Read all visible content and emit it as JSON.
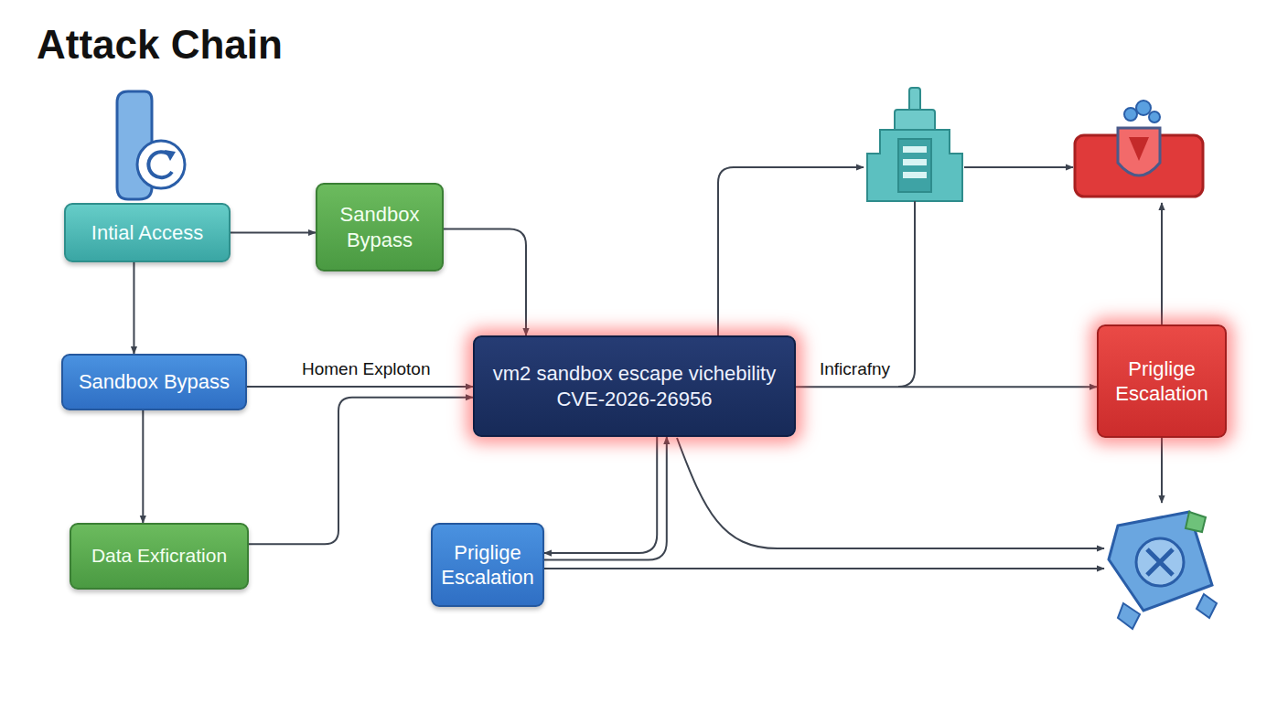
{
  "diagram": {
    "title": "Attack Chain",
    "nodes": [
      {
        "text": [
          "Intial Access"
        ]
      },
      {
        "text": [
          "Sandbox Bypass"
        ]
      },
      {
        "text": [
          "Sandbox Bypass"
        ]
      },
      {
        "text": [
          "vm2 sandbox escape vichebility CVE-2026-26956"
        ]
      },
      {
        "text": [
          "Data Exficration"
        ]
      },
      {
        "text": [
          "Priglige Escalation"
        ]
      },
      {
        "text": [
          "Priglige Escalation"
        ]
      }
    ],
    "edges": [
      {
        "from": 0,
        "to": 1,
        "arrow": "to"
      },
      {
        "from": 0,
        "to": 2,
        "arrow": "to"
      },
      {
        "from": 1,
        "to": 3,
        "arrow": "to"
      },
      {
        "from": 2,
        "to": 3,
        "label": "Homen Exploton",
        "arrow": "to"
      },
      {
        "from": 2,
        "to": 4,
        "arrow": "to"
      },
      {
        "from": 4,
        "to": 3,
        "arrow": "to"
      },
      {
        "from": 3,
        "to": 6,
        "label": "Inficrafny",
        "arrow": "to"
      },
      {
        "from": 3,
        "to": 5,
        "arrow": "to"
      },
      {
        "from": 5,
        "to": 3,
        "arrow": "to"
      }
    ]
  }
}
